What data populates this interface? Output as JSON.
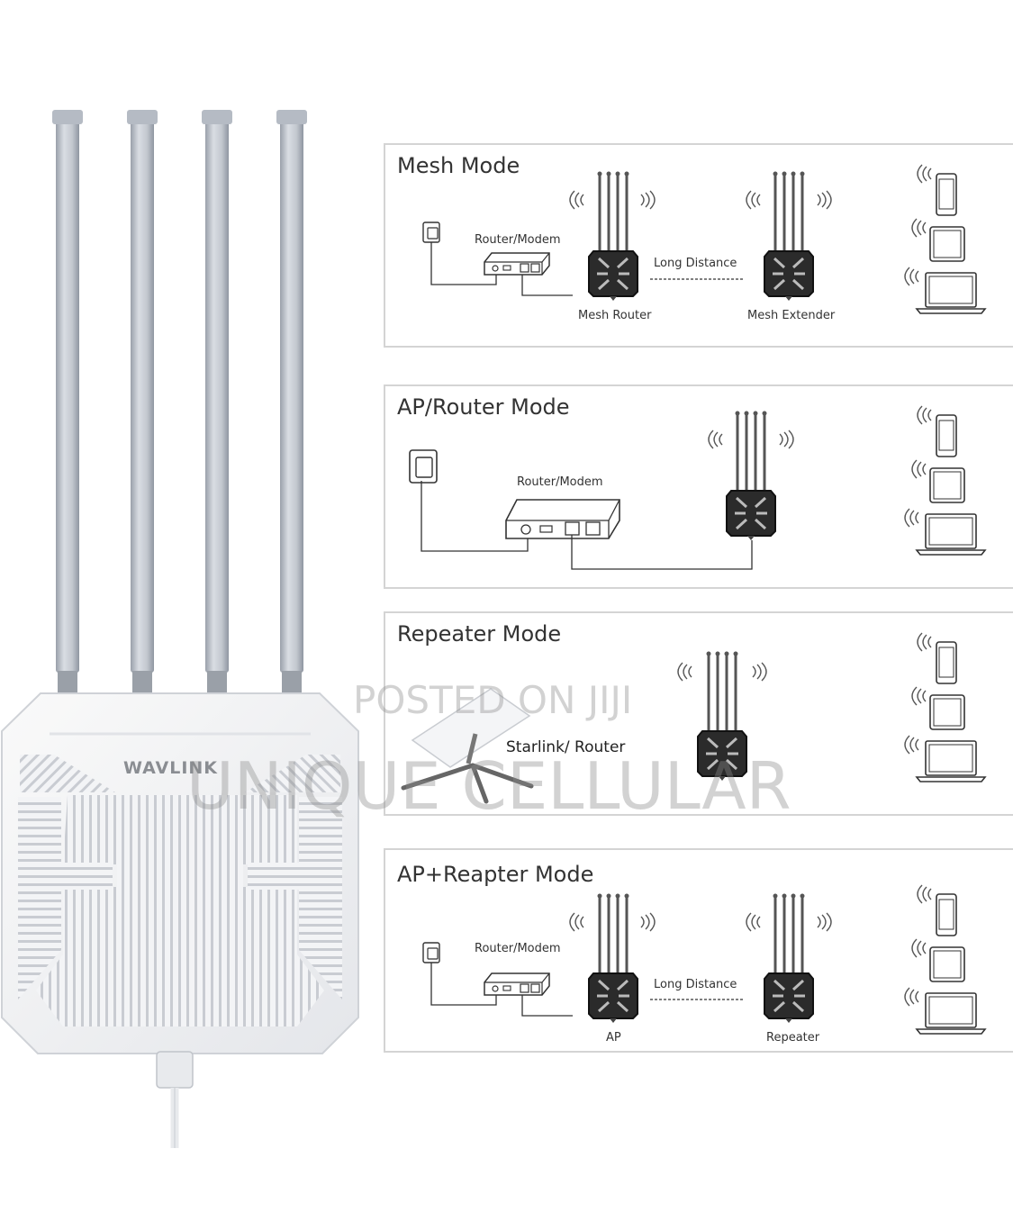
{
  "device": {
    "brand": "WAVLINK"
  },
  "modes": [
    {
      "title": "Mesh Mode",
      "source_label": "Router/Modem",
      "link_label": "Long Distance",
      "unit1_label": "Mesh Router",
      "unit2_label": "Mesh Extender"
    },
    {
      "title": "AP/Router Mode",
      "source_label": "Router/Modem"
    },
    {
      "title": "Repeater Mode",
      "source_label": "Starlink/ Router"
    },
    {
      "title": "AP+Reapter Mode",
      "source_label": "Router/Modem",
      "link_label": "Long Distance",
      "unit1_label": "AP",
      "unit2_label": "Repeater"
    }
  ],
  "watermark": {
    "line1": "POSTED ON JIJI",
    "line2": "UNIQUE CELLULAR"
  },
  "colors": {
    "antenna": "#c7cbd3",
    "unit_body": "#2b2b2b",
    "panel_border": "#d4d4d4",
    "line": "#333333"
  }
}
